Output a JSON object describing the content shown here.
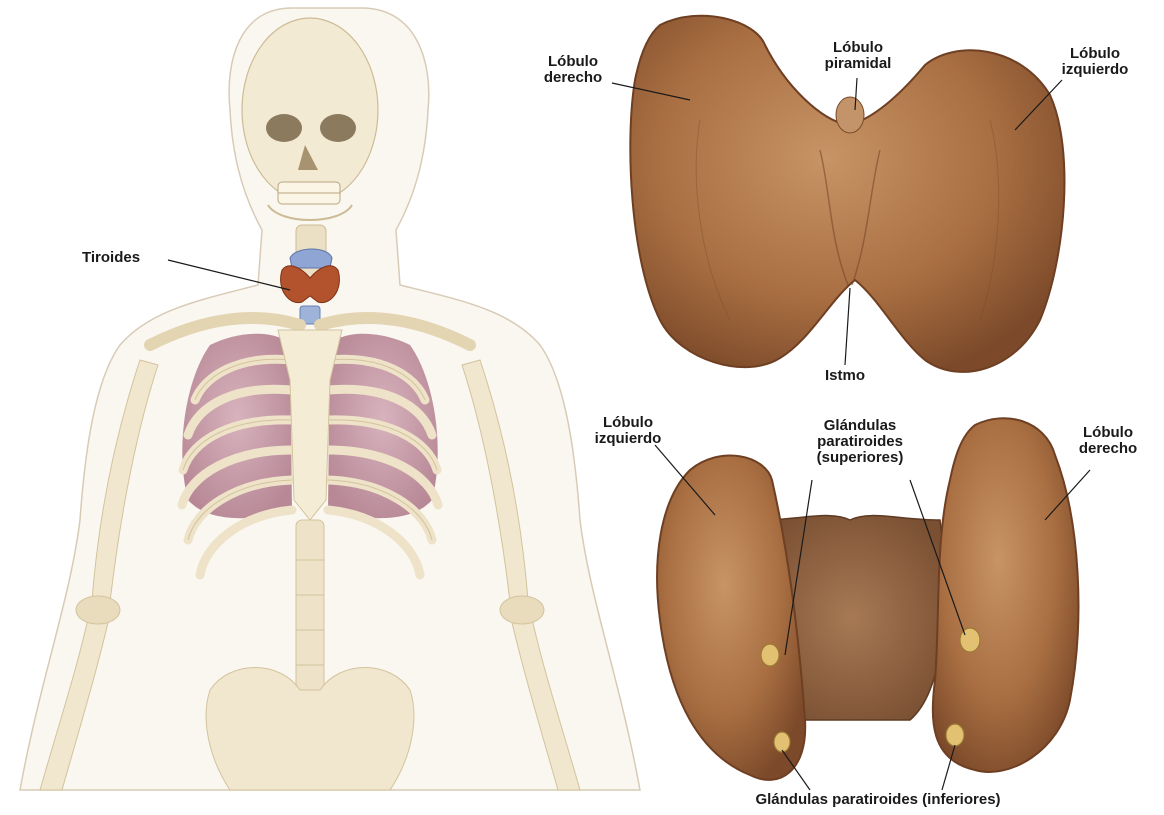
{
  "body_panel": {
    "labels": {
      "thyroid": "Tiroides"
    }
  },
  "anterior_view": {
    "labels": {
      "right_lobe": [
        "Lóbulo",
        "derecho"
      ],
      "pyramidal_lobe": [
        "Lóbulo",
        "piramidal"
      ],
      "left_lobe": [
        "Lóbulo",
        "izquierdo"
      ],
      "isthmus": "Istmo"
    }
  },
  "posterior_view": {
    "labels": {
      "left_lobe": [
        "Lóbulo",
        "izquierdo"
      ],
      "parathyroid_superior": [
        "Glándulas",
        "paratiroides",
        "(superiores)"
      ],
      "right_lobe": [
        "Lóbulo",
        "derecho"
      ],
      "parathyroid_inferior": "Glándulas paratiroides (inferiores)"
    }
  },
  "colors": {
    "bone": "#f1e7cf",
    "bone_shade": "#e0cfa8",
    "skin_outline": "#d8cbb6",
    "lung": "#c89aa8",
    "thyroid_tissue": "#b07a4d",
    "thyroid_shade": "#8a5633",
    "parathyroid": "#e2c272",
    "label_text": "#1a1a1a"
  }
}
